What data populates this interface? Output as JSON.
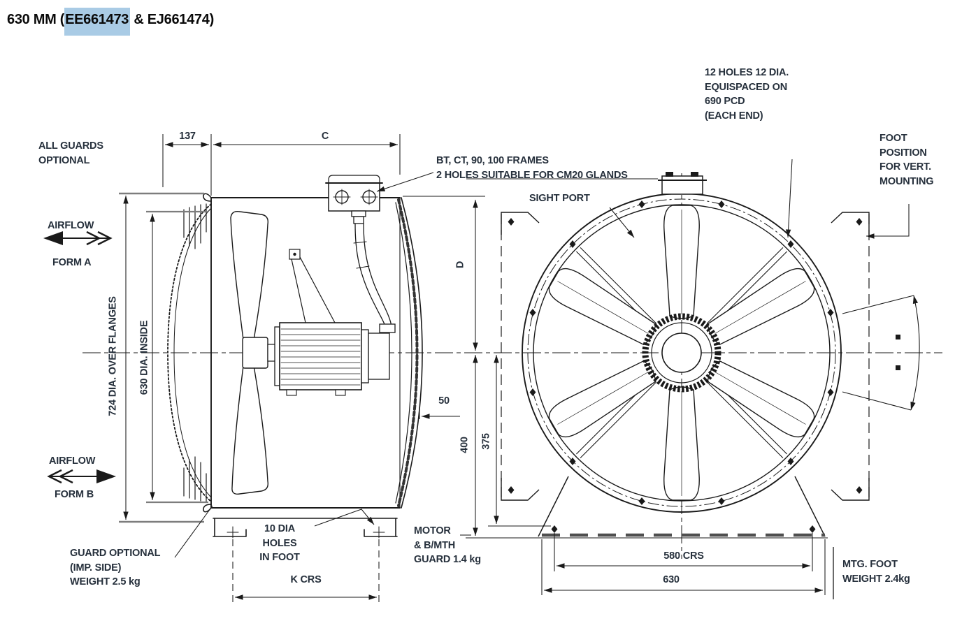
{
  "title": {
    "pre": "630 MM (",
    "highlighted": "EE661473",
    "post": " & EJ661474)"
  },
  "colors": {
    "highlight": "#a9cbe5",
    "line": "#1a1a1a",
    "label_text": "#26303c"
  },
  "side_view": {
    "all_guards_note": "ALL GUARDS\nOPTIONAL",
    "dim_137": "137",
    "dim_c": "C",
    "airflow_top_label": "AIRFLOW",
    "form_a_label": "FORM A",
    "airflow_bottom_label": "AIRFLOW",
    "form_b_label": "FORM B",
    "dia_over_flanges": "724 DIA. OVER FLANGES",
    "dia_inside": "630 DIA. INSIDE",
    "guard_optional_note": "GUARD OPTIONAL\n(IMP. SIDE)\nWEIGHT 2.5 kg",
    "holes_in_foot_note": "10 DIA\nHOLES\nIN FOOT",
    "dim_k_crs": "K CRS",
    "frames_note": "BT, CT, 90, 100 FRAMES\n2 HOLES SUITABLE FOR CM20 GLANDS",
    "motor_guard_note": "MOTOR\n& B/MTH\nGUARD 1.4 kg",
    "dim_50": "50",
    "dim_d": "D"
  },
  "front_view": {
    "holes_note": "12 HOLES 12 DIA.\nEQUISPACED ON\n690 PCD\n(EACH END)",
    "foot_position_note": "FOOT\nPOSITION\nFOR VERT.\nMOUNTING",
    "sight_port_label": "SIGHT PORT",
    "dim_400": "400",
    "dim_375": "375",
    "dim_580_crs": "580 CRS",
    "dim_630": "630",
    "mtg_foot_note": "MTG. FOOT\nWEIGHT 2.4kg"
  }
}
